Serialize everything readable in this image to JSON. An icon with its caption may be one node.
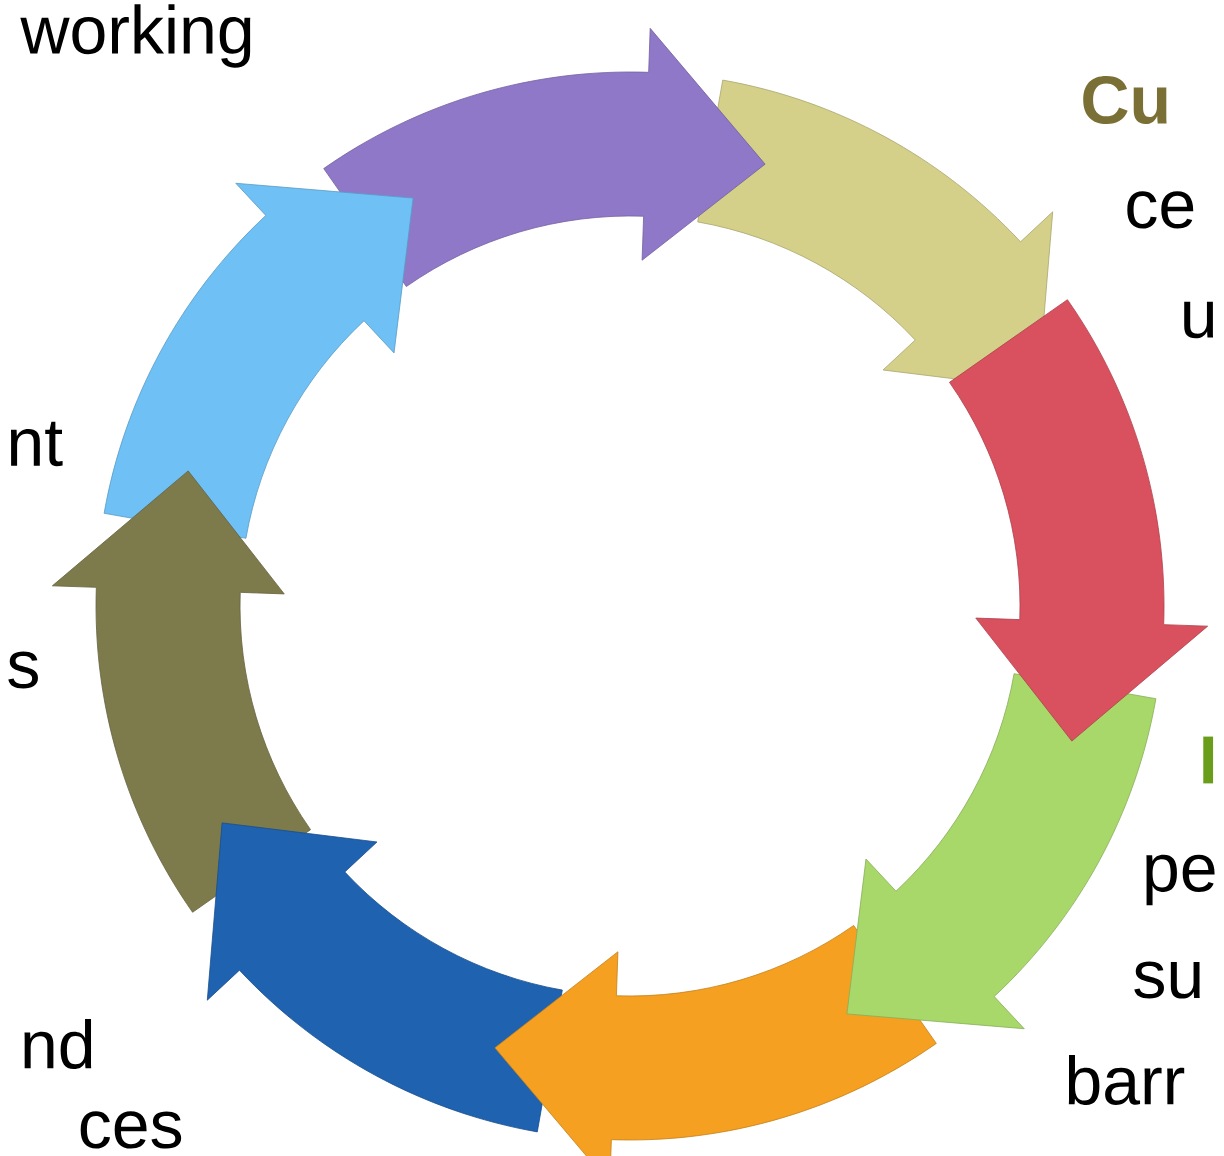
{
  "diagram": {
    "labels": [
      "working",
      "Cu",
      "ce",
      "u",
      "nt",
      "s",
      "I",
      "pe",
      "su",
      "nd",
      "barr",
      "ces"
    ]
  }
}
